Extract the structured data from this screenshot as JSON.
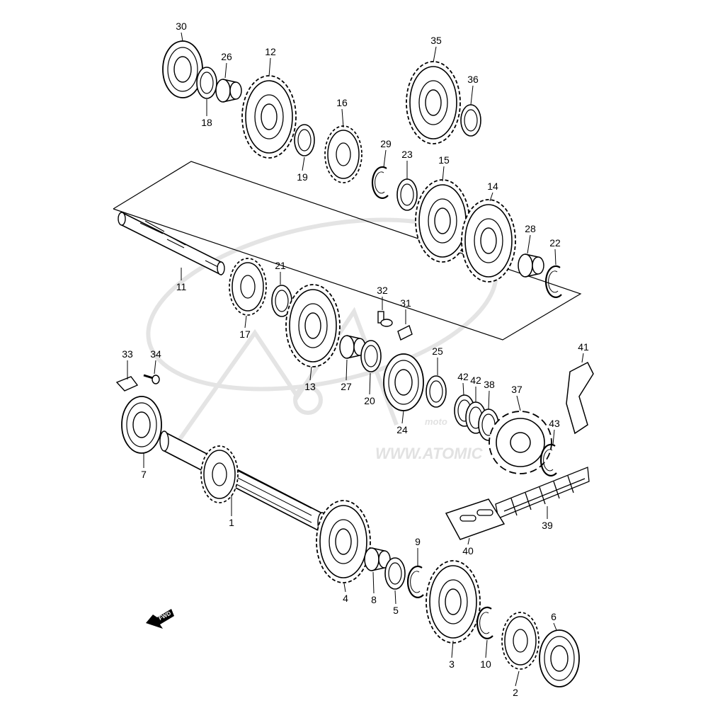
{
  "watermark": {
    "url_text": "WWW.ATOMIC",
    "small_text": "moto"
  },
  "fwd_label": "FWD",
  "callouts": [
    {
      "id": "30",
      "text": "30"
    },
    {
      "id": "26",
      "text": "26"
    },
    {
      "id": "12",
      "text": "12"
    },
    {
      "id": "18",
      "text": "18"
    },
    {
      "id": "35",
      "text": "35"
    },
    {
      "id": "36",
      "text": "36"
    },
    {
      "id": "16",
      "text": "16"
    },
    {
      "id": "19",
      "text": "19"
    },
    {
      "id": "29",
      "text": "29"
    },
    {
      "id": "23",
      "text": "23"
    },
    {
      "id": "15",
      "text": "15"
    },
    {
      "id": "14",
      "text": "14"
    },
    {
      "id": "28",
      "text": "28"
    },
    {
      "id": "22",
      "text": "22"
    },
    {
      "id": "11",
      "text": "11"
    },
    {
      "id": "21",
      "text": "21"
    },
    {
      "id": "17",
      "text": "17"
    },
    {
      "id": "32",
      "text": "32"
    },
    {
      "id": "31",
      "text": "31"
    },
    {
      "id": "33",
      "text": "33"
    },
    {
      "id": "34",
      "text": "34"
    },
    {
      "id": "13",
      "text": "13"
    },
    {
      "id": "27",
      "text": "27"
    },
    {
      "id": "20",
      "text": "20"
    },
    {
      "id": "25",
      "text": "25"
    },
    {
      "id": "24",
      "text": "24"
    },
    {
      "id": "42a",
      "text": "42"
    },
    {
      "id": "42b",
      "text": "42"
    },
    {
      "id": "38",
      "text": "38"
    },
    {
      "id": "37",
      "text": "37"
    },
    {
      "id": "41",
      "text": "41"
    },
    {
      "id": "43",
      "text": "43"
    },
    {
      "id": "7",
      "text": "7"
    },
    {
      "id": "1",
      "text": "1"
    },
    {
      "id": "39",
      "text": "39"
    },
    {
      "id": "40",
      "text": "40"
    },
    {
      "id": "9",
      "text": "9"
    },
    {
      "id": "4",
      "text": "4"
    },
    {
      "id": "8",
      "text": "8"
    },
    {
      "id": "5",
      "text": "5"
    },
    {
      "id": "3",
      "text": "3"
    },
    {
      "id": "6",
      "text": "6"
    },
    {
      "id": "10",
      "text": "10"
    },
    {
      "id": "2",
      "text": "2"
    }
  ]
}
